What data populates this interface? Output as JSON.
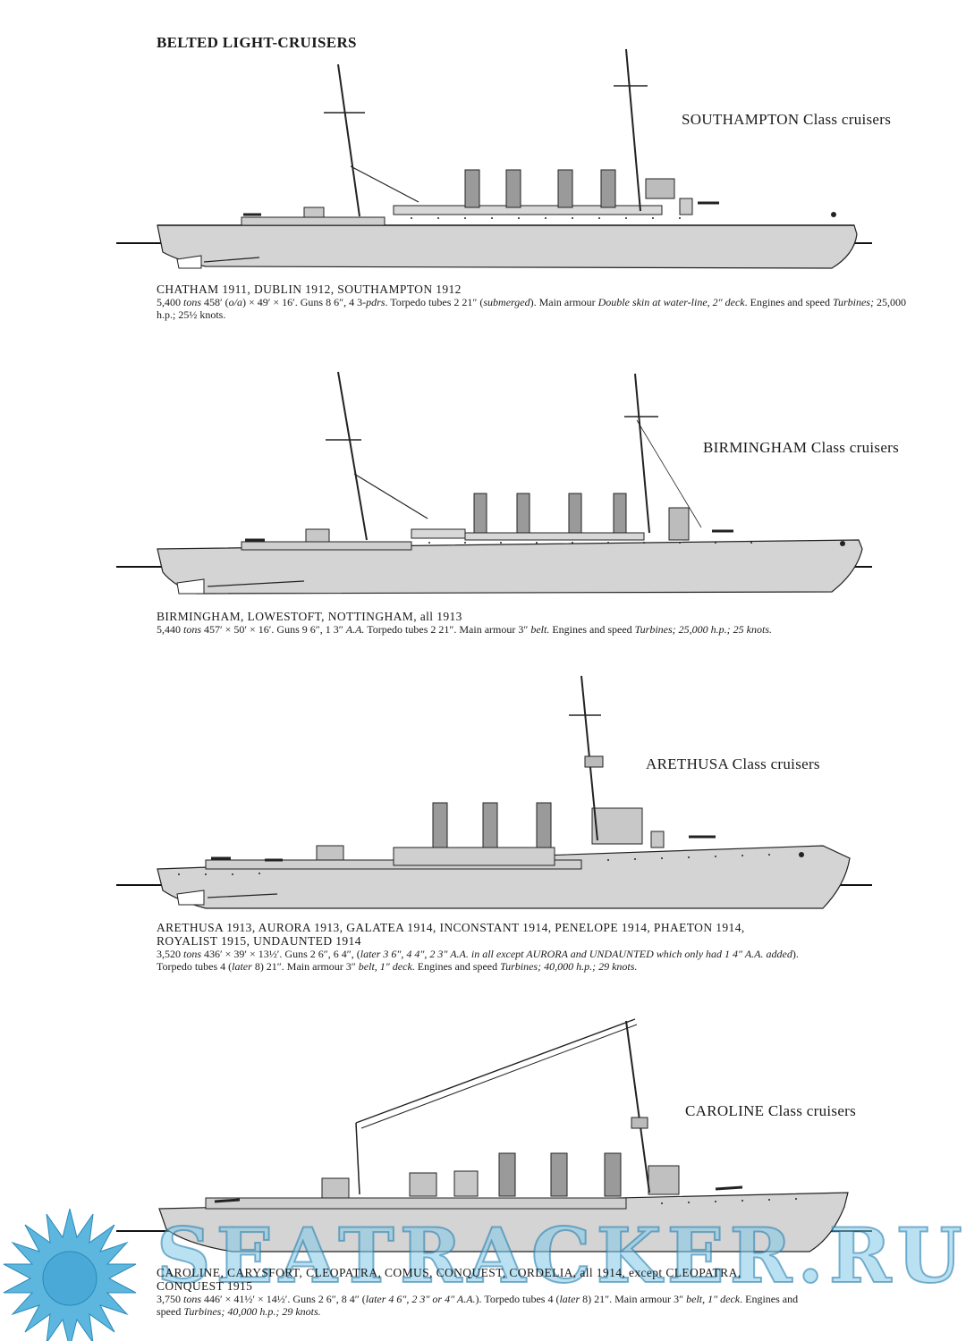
{
  "heading": "BELTED LIGHT-CRUISERS",
  "sections": [
    {
      "class_label": "SOUTHAMPTON Class cruisers",
      "ships": "CHATHAM 1911, DUBLIN 1912, SOUTHAMPTON 1912",
      "specs": {
        "tons_value": "5,400",
        "tons_word": "tons",
        "dims_a": "458′ (",
        "dims_oa": "o/a",
        "dims_b": ") × 49′ × 16′. Guns 8 6″, 4 3-",
        "pdrs": "pdrs",
        "torp": ". Torpedo tubes 2 21″ (",
        "submerged": "submerged",
        "armour_pre": "). Main armour ",
        "armour": "Double skin at water-line, 2″ deck",
        "engines_pre": ". Engines and speed ",
        "turbines": "Turbines;",
        "hp": "25,000 h.p.;",
        "knots": "25½ knots."
      }
    },
    {
      "class_label": "BIRMINGHAM Class cruisers",
      "ships": "BIRMINGHAM, LOWESTOFT, NOTTINGHAM, all 1913",
      "specs": {
        "tons_value": "5,440",
        "tons_word": "tons",
        "rest_a": "457′ × 50′ × 16′. Guns 9 6″, 1 3″ ",
        "aa": "A.A.",
        "rest_b": " Torpedo tubes 2 21″. Main armour 3″ ",
        "belt": "belt.",
        "engines_pre": " Engines and speed ",
        "turbines": "Turbines;",
        "hp": "25,000 h.p.;",
        "knots": "25 knots."
      }
    },
    {
      "class_label": "ARETHUSA Class cruisers",
      "ships_line1": "ARETHUSA 1913, AURORA 1913, GALATEA 1914, INCONSTANT 1914, PENELOPE 1914, PHAETON 1914,",
      "ships_line2": "ROYALIST 1915, UNDAUNTED 1914",
      "specs": {
        "tons_value": "3,520",
        "tons_word": "tons",
        "rest_a": "436′ × 39′ × 13½′. Guns 2 6″, 6 4″, (",
        "later": "later 3 6″, 4 4″, 2 3″ A.A. in all except AURORA and UNDAUNTED which only had 1 4″ A.A. added",
        "rest_b": ").",
        "line2_a": "Torpedo tubes 4 (",
        "later2": "later",
        "line2_b": " 8) 21″. Main armour 3″ ",
        "belt": "belt,",
        "deck": " 1″ deck",
        "engines_pre": ". Engines and speed ",
        "turbines": "Turbines;",
        "hp": "40,000 h.p.;",
        "knots": "29 knots."
      }
    },
    {
      "class_label": "CAROLINE Class cruisers",
      "ships_line1": "CAROLINE, CARYSFORT, CLEOPATRA, COMUS, CONQUEST, CORDELIA, all 1914, except CLEOPATRA,",
      "ships_line2": "CONQUEST 1915",
      "specs": {
        "tons_value": "3,750",
        "tons_word": "tons",
        "rest_a": "446′ × 41½′ × 14½′. Guns 2 6″, 8 4″ (",
        "later": "later 4 6″, 2 3″ or 4″ A.A.",
        "rest_b": "). Torpedo tubes 4 (",
        "later2": "later",
        "rest_c": " 8) 21″. Main armour 3″ ",
        "belt": "belt,",
        "deck": " 1″ deck",
        "engines_pre": ". Engines and",
        "line2_pre": "speed ",
        "turbines": "Turbines;",
        "hp": "40,000 h.p.;",
        "knots": "29 knots."
      }
    }
  ],
  "watermark": "SEATRACKER.RU",
  "colors": {
    "ink": "#1a1a1a",
    "hull": "#d4d4d4",
    "hull_dark": "#9a9a9a",
    "watermark": "#82c8e8"
  }
}
